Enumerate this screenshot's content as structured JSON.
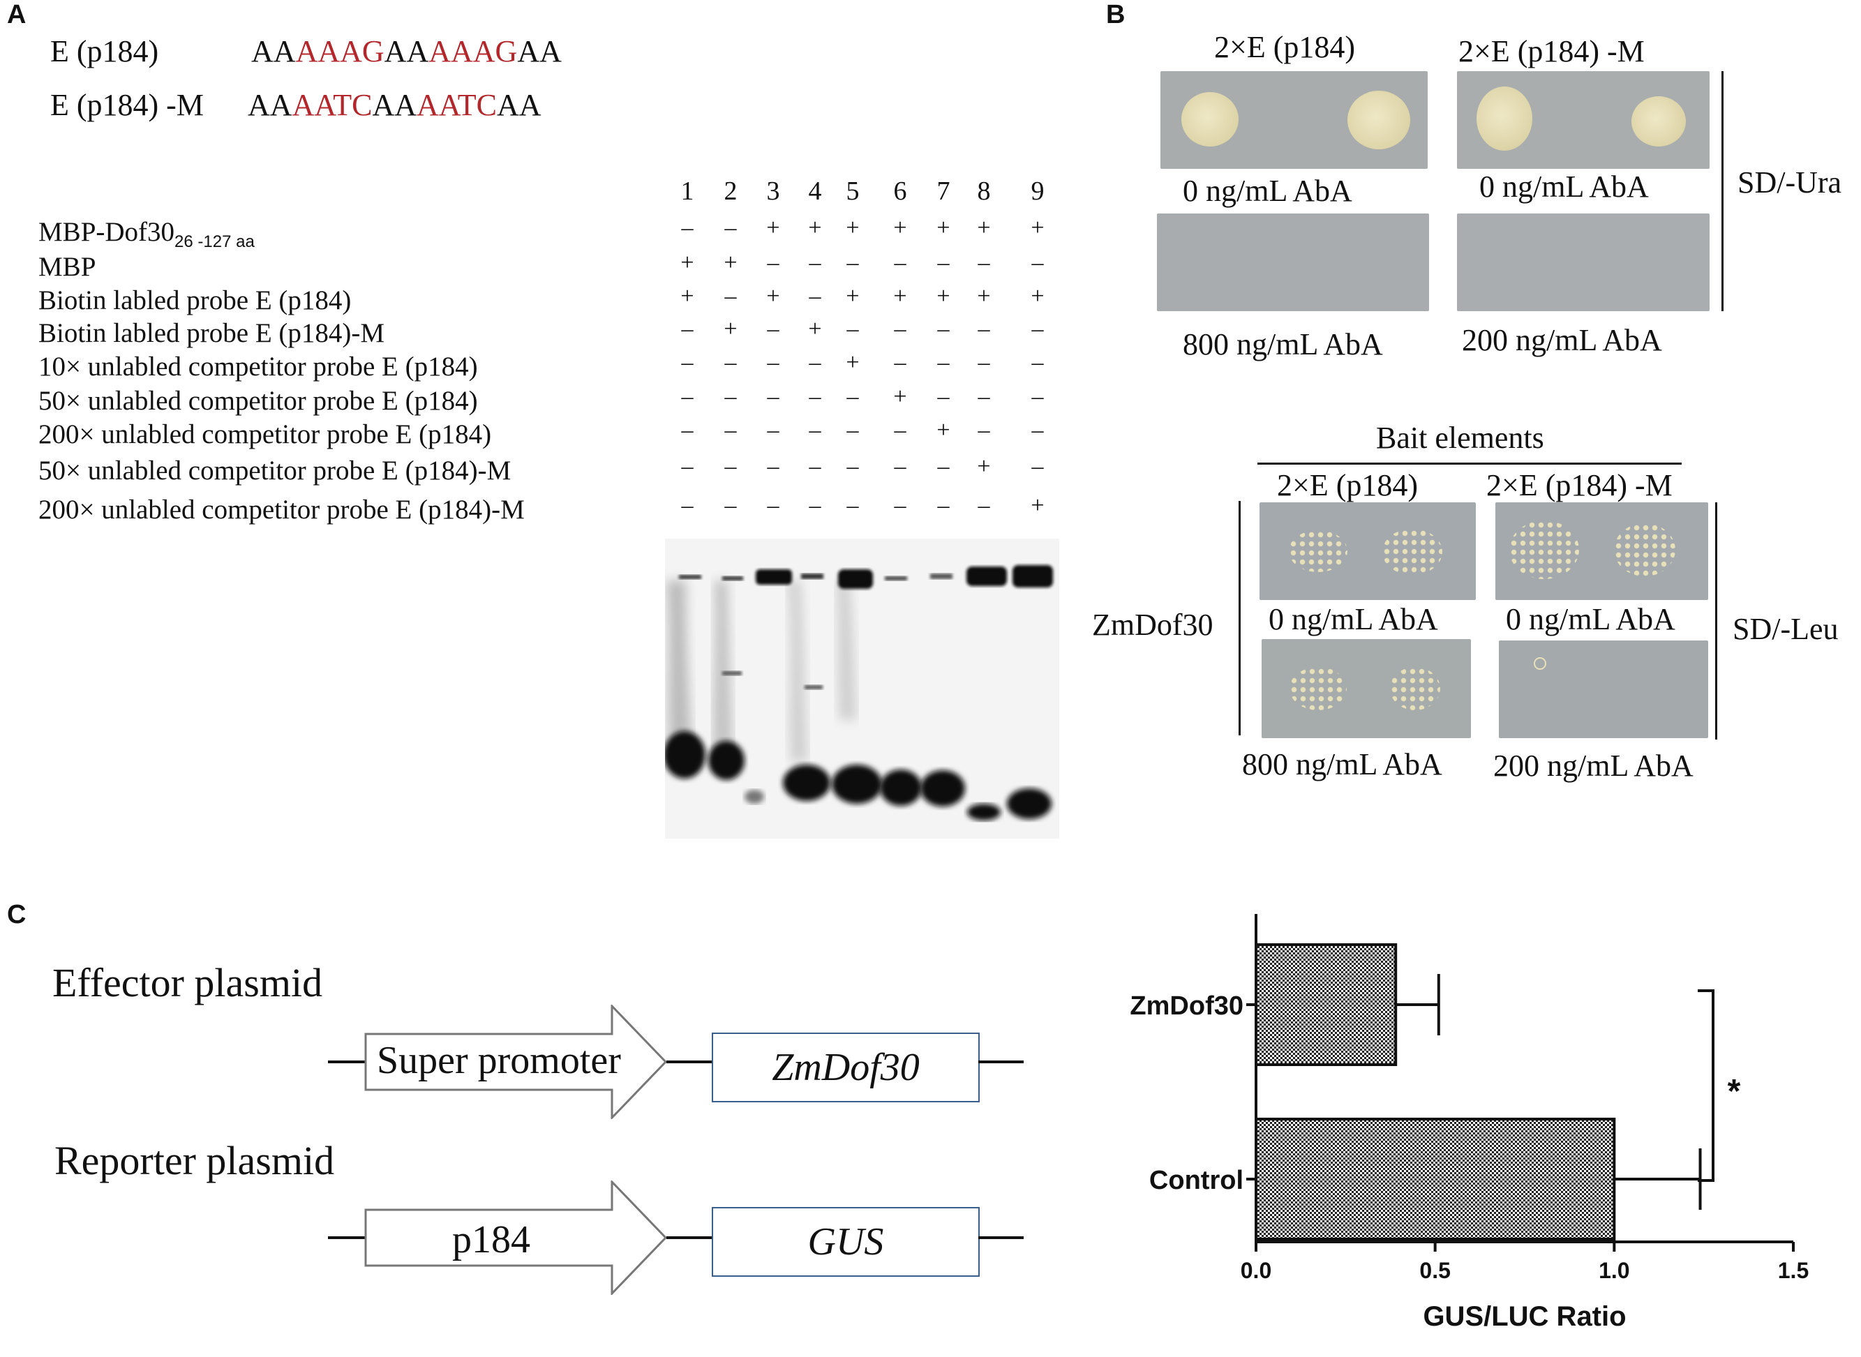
{
  "panelA": {
    "letter": "A",
    "sequences": [
      {
        "label": "E (p184)",
        "parts": [
          {
            "t": "AA",
            "c": "black"
          },
          {
            "t": "AAAG",
            "c": "red"
          },
          {
            "t": "AA",
            "c": "black"
          },
          {
            "t": "AAAG",
            "c": "red"
          },
          {
            "t": "AA",
            "c": "black"
          }
        ]
      },
      {
        "label": "E (p184) -M",
        "parts": [
          {
            "t": "AA",
            "c": "black"
          },
          {
            "t": "AATC",
            "c": "red"
          },
          {
            "t": "AA",
            "c": "black"
          },
          {
            "t": "AATC",
            "c": "red"
          },
          {
            "t": "AA",
            "c": "black"
          }
        ]
      }
    ],
    "lanes": [
      "1",
      "2",
      "3",
      "4",
      "5",
      "6",
      "7",
      "8",
      "9"
    ],
    "rows": [
      {
        "label": "MBP-Dof30",
        "sub": "26 -127 aa",
        "cells": [
          "–",
          "–",
          "+",
          "+",
          "+",
          "+",
          "+",
          "+",
          "+"
        ]
      },
      {
        "label": "MBP",
        "cells": [
          "+",
          "+",
          "–",
          "–",
          "–",
          "–",
          "–",
          "–",
          "–"
        ]
      },
      {
        "label": "Biotin labled probe E (p184)",
        "cells": [
          "+",
          "–",
          "+",
          "–",
          "+",
          "+",
          "+",
          "+",
          "+"
        ]
      },
      {
        "label": "Biotin labled probe E (p184)-M",
        "cells": [
          "–",
          "+",
          "–",
          "+",
          "–",
          "–",
          "–",
          "–",
          "–"
        ]
      },
      {
        "label": "10× unlabled competitor probe E (p184)",
        "cells": [
          "–",
          "–",
          "–",
          "–",
          "+",
          "–",
          "–",
          "–",
          "–"
        ]
      },
      {
        "label": "50× unlabled competitor probe E (p184)",
        "cells": [
          "–",
          "–",
          "–",
          "–",
          "–",
          "+",
          "–",
          "–",
          "–"
        ]
      },
      {
        "label": "200× unlabled competitor probe E (p184)",
        "cells": [
          "–",
          "–",
          "–",
          "–",
          "–",
          "–",
          "+",
          "–",
          "–"
        ]
      },
      {
        "label": "50× unlabled competitor probe E (p184)-M",
        "cells": [
          "–",
          "–",
          "–",
          "–",
          "–",
          "–",
          "–",
          "+",
          "–"
        ]
      },
      {
        "label": "200× unlabled competitor probe E (p184)-M",
        "cells": [
          "–",
          "–",
          "–",
          "–",
          "–",
          "–",
          "–",
          "–",
          "+"
        ]
      }
    ]
  },
  "panelB": {
    "letter": "B",
    "top": {
      "col1_title": "2×E (p184)",
      "col2_title": "2×E (p184) -M",
      "p1_label": "0 ng/mL AbA",
      "p2_label": "0 ng/mL AbA",
      "p3_label": "800 ng/mL AbA",
      "p4_label": "200 ng/mL AbA",
      "medium": "SD/-Ura"
    },
    "bottom": {
      "header": "Bait  elements",
      "col1_title": "2×E (p184)",
      "col2_title": "2×E (p184) -M",
      "row_label": "ZmDof30",
      "p1_label": "0 ng/mL AbA",
      "p2_label": "0 ng/mL AbA",
      "p3_label": "800 ng/mL AbA",
      "p4_label": "200 ng/mL AbA",
      "medium": "SD/-Leu"
    }
  },
  "panelC": {
    "letter": "C",
    "effector_title": "Effector plasmid",
    "effector_promoter": "Super promoter",
    "effector_gene": "ZmDof30",
    "reporter_title": "Reporter plasmid",
    "reporter_promoter": "p184",
    "reporter_gene": "GUS"
  },
  "chart_data": {
    "type": "bar",
    "orientation": "horizontal",
    "categories": [
      "ZmDof30",
      "Control"
    ],
    "values": [
      0.39,
      1.0
    ],
    "errors": [
      0.12,
      0.24
    ],
    "xlabel": "GUS/LUC Ratio",
    "xlim": [
      0,
      1.5
    ],
    "xticks": [
      "0.0",
      "0.5",
      "1.0",
      "1.5"
    ],
    "significance": "*",
    "bar_pattern": "checkered"
  }
}
